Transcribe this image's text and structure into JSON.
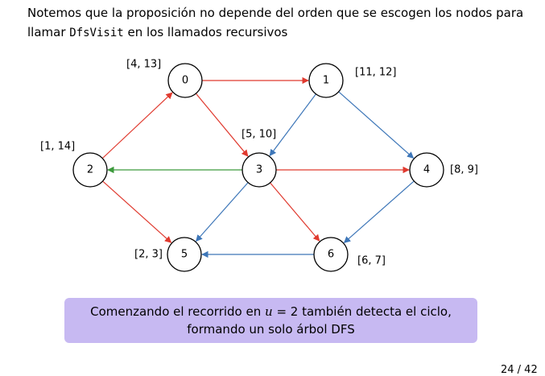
{
  "intro": {
    "part1": "Notemos que la proposición no depende del orden que se escogen los nodos para llamar ",
    "code": "DfsVisit",
    "part2": " en los llamados recursivos"
  },
  "colors": {
    "tree_edge": "#e03a2f",
    "cross_edge": "#3d76b8",
    "back_edge": "#3c9a3c",
    "box": "#c7b9f2"
  },
  "nodes": [
    {
      "id": "0",
      "interval": "[4, 13]"
    },
    {
      "id": "1",
      "interval": "[11, 12]"
    },
    {
      "id": "2",
      "interval": "[1, 14]"
    },
    {
      "id": "3",
      "interval": "[5, 10]"
    },
    {
      "id": "4",
      "interval": "[8, 9]"
    },
    {
      "id": "5",
      "interval": "[2, 3]"
    },
    {
      "id": "6",
      "interval": "[6, 7]"
    }
  ],
  "edges": [
    {
      "from": "2",
      "to": "0",
      "kind": "tree"
    },
    {
      "from": "0",
      "to": "1",
      "kind": "tree"
    },
    {
      "from": "0",
      "to": "3",
      "kind": "tree"
    },
    {
      "from": "3",
      "to": "4",
      "kind": "tree"
    },
    {
      "from": "3",
      "to": "6",
      "kind": "tree"
    },
    {
      "from": "2",
      "to": "5",
      "kind": "tree"
    },
    {
      "from": "3",
      "to": "2",
      "kind": "back"
    },
    {
      "from": "1",
      "to": "3",
      "kind": "cross"
    },
    {
      "from": "1",
      "to": "4",
      "kind": "cross"
    },
    {
      "from": "3",
      "to": "5",
      "kind": "cross"
    },
    {
      "from": "4",
      "to": "6",
      "kind": "cross"
    },
    {
      "from": "6",
      "to": "5",
      "kind": "cross"
    }
  ],
  "note": {
    "line1": "Comenzando el recorrido en u = 2 también detecta el ciclo,",
    "line2": "formando un solo árbol DFS"
  },
  "page": "24 / 42"
}
